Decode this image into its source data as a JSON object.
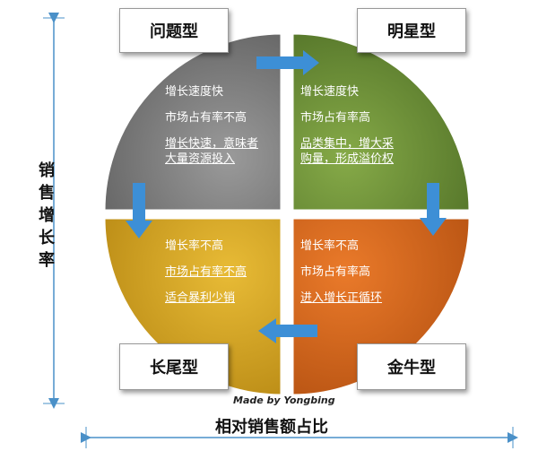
{
  "axes": {
    "y_label": [
      "销",
      "售",
      "增",
      "长",
      "率"
    ],
    "x_label": "相对销售额占比"
  },
  "credit": "Made by Yongbing",
  "quadrants": [
    {
      "id": "question",
      "title": "问题型",
      "color": "#7a7a7a",
      "lines": [
        {
          "text": "增长速度快",
          "underline": false
        },
        {
          "text": "市场占有率不高",
          "underline": false
        },
        {
          "text": "增长快速，意味者",
          "underline": true
        },
        {
          "text": "大量资源投入",
          "underline": true
        }
      ]
    },
    {
      "id": "star",
      "title": "明星型",
      "color": "#6b8e35",
      "lines": [
        {
          "text": "增长速度快",
          "underline": false
        },
        {
          "text": "市场占有率高",
          "underline": false
        },
        {
          "text": "品类集中，增大采",
          "underline": true
        },
        {
          "text": "购量，形成溢价权",
          "underline": true
        }
      ]
    },
    {
      "id": "long_tail",
      "title": "长尾型",
      "color": "#d4a21c",
      "lines": [
        {
          "text": "增长率不高",
          "underline": false
        },
        {
          "text": "市场占有率不高",
          "underline": true
        },
        {
          "text": "适合暴利少销",
          "underline": true
        }
      ]
    },
    {
      "id": "cash_cow",
      "title": "金牛型",
      "color": "#d9661c",
      "lines": [
        {
          "text": "增长率不高",
          "underline": false
        },
        {
          "text": "市场占有率高",
          "underline": false
        },
        {
          "text": "进入增长正循环",
          "underline": true
        }
      ]
    }
  ],
  "colors": {
    "arrow": "#3d8fd6",
    "axis": "#4a90c8"
  }
}
